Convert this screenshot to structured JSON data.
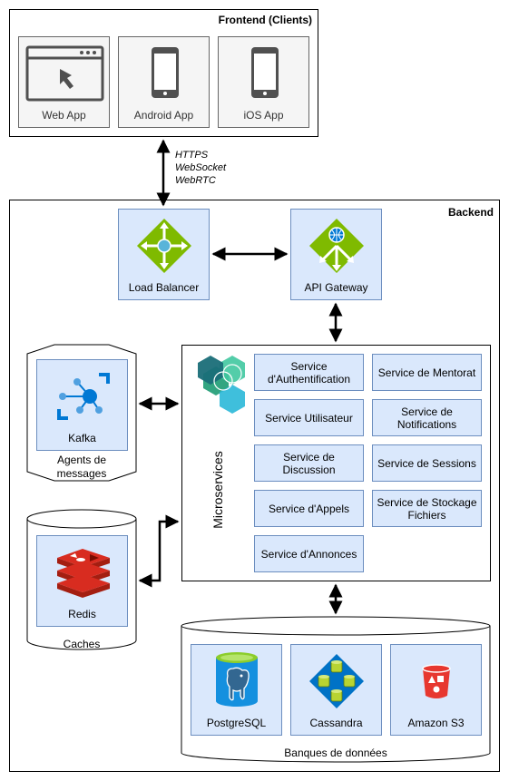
{
  "frontend": {
    "title": "Frontend (Clients)",
    "clients": [
      {
        "label": "Web App",
        "icon": "browser-window-icon"
      },
      {
        "label": "Android App",
        "icon": "smartphone-icon"
      },
      {
        "label": "iOS App",
        "icon": "smartphone-icon"
      }
    ]
  },
  "connection": {
    "protocols": [
      "HTTPS",
      "WebSocket",
      "WebRTC"
    ]
  },
  "backend": {
    "title": "Backend",
    "load_balancer": "Load Balancer",
    "api_gateway": "API Gateway",
    "microservices": {
      "title": "Microservices",
      "services": [
        "Service d'Authentification",
        "Service de Mentorat",
        "Service Utilisateur",
        "Service de Notifications",
        "Service de Discussion",
        "Service de Sessions",
        "Service d'Appels",
        "Service de Stockage Fichiers",
        "Service d'Annonces"
      ]
    },
    "message_broker": {
      "name": "Kafka",
      "caption": "Agents de messages"
    },
    "cache": {
      "name": "Redis",
      "caption": "Caches"
    },
    "databases": {
      "caption": "Banques de données",
      "items": [
        "PostgreSQL",
        "Cassandra",
        "Amazon S3"
      ]
    }
  },
  "colors": {
    "service_fill": "#dae8fc",
    "service_stroke": "#6c8ebf",
    "icon_green": "#7fba00",
    "icon_blue": "#0078d4",
    "redis_red": "#d82c20",
    "s3_red": "#e7372f"
  }
}
